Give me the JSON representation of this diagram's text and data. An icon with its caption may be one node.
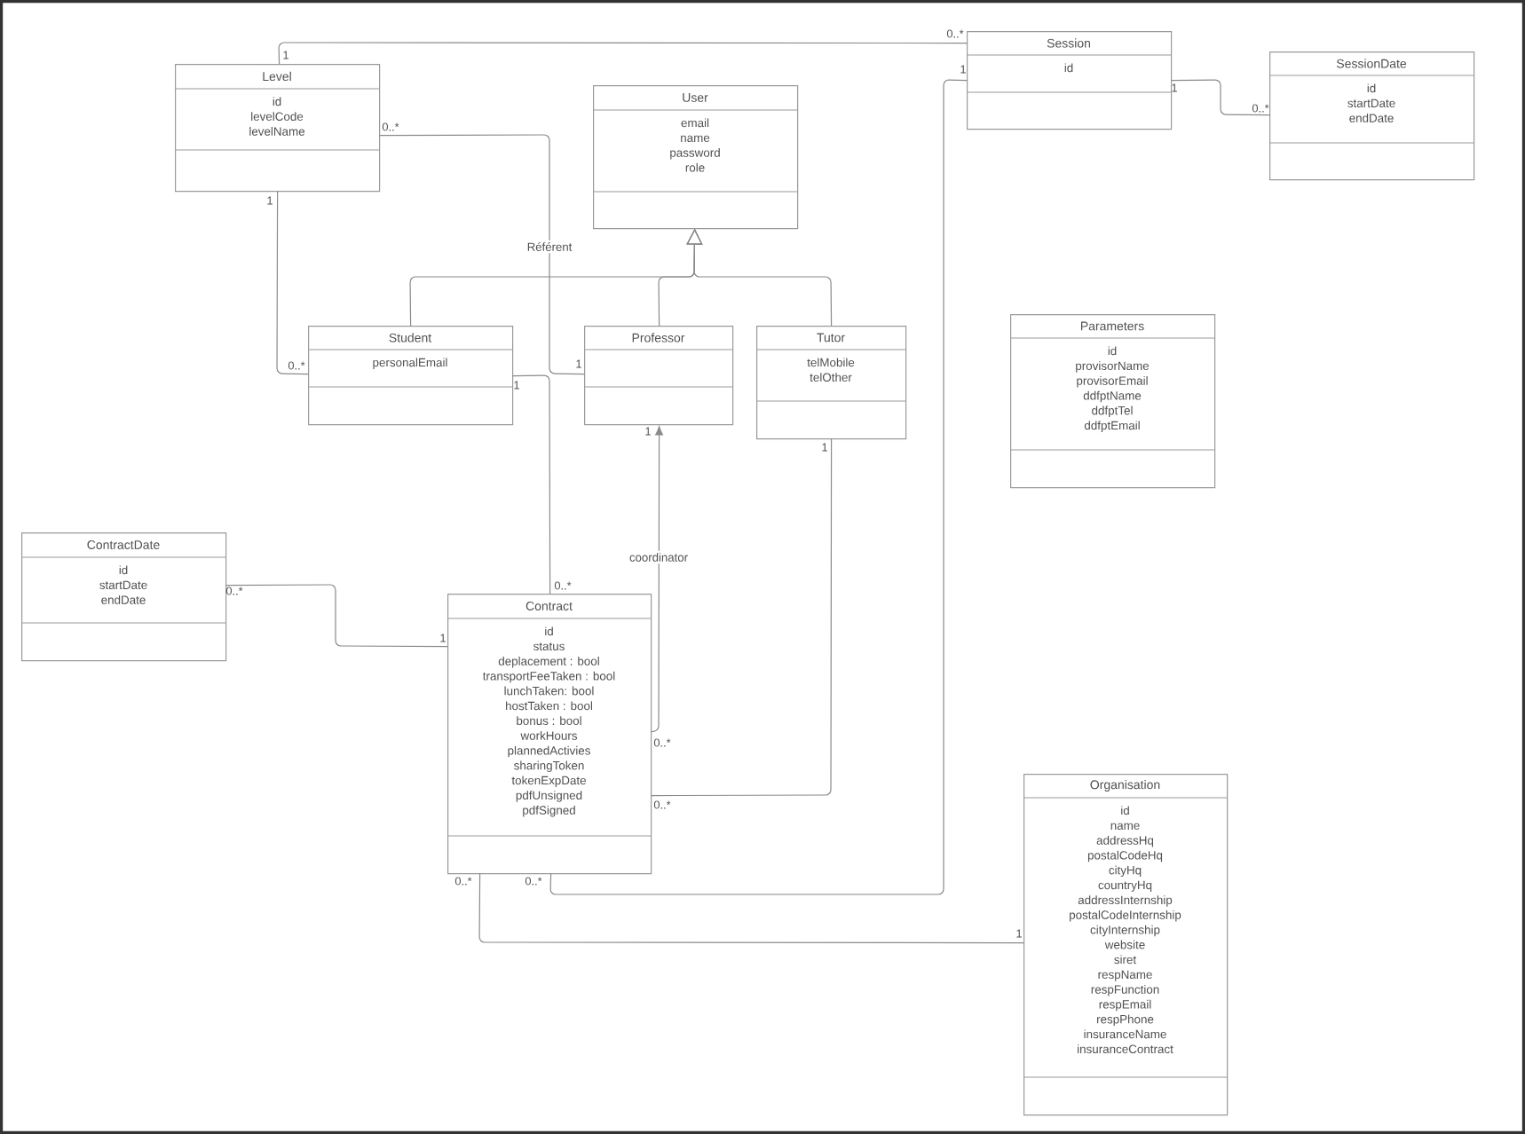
{
  "diagram": {
    "nodes": [
      {
        "text": [
          "Level",
          "id",
          "levelCode",
          "levelName"
        ]
      },
      {
        "text": [
          "User",
          "email",
          "name",
          "password",
          "role"
        ]
      },
      {
        "text": [
          "Session",
          "id"
        ]
      },
      {
        "text": [
          "SessionDate",
          "id",
          "startDate",
          "endDate"
        ]
      },
      {
        "text": [
          "Student",
          "personalEmail"
        ]
      },
      {
        "text": [
          "Professor"
        ]
      },
      {
        "text": [
          "Tutor",
          "telMobile",
          "telOther"
        ]
      },
      {
        "text": [
          "Parameters",
          "id",
          "provisorName",
          "provisorEmail",
          "ddfptName",
          "ddfptTel",
          "ddfptEmail"
        ]
      },
      {
        "text": [
          "ContractDate",
          "id",
          "startDate",
          "endDate"
        ]
      },
      {
        "text": [
          "Contract",
          "id",
          "status",
          "deplacement : bool",
          "transportFeeTaken : bool",
          "lunchTaken: bool",
          "hostTaken : bool",
          "bonus : bool",
          "workHours",
          "plannedActivies",
          "sharingToken",
          "tokenExpDate",
          "pdfUnsigned",
          "pdfSigned"
        ]
      },
      {
        "text": [
          "Organisation",
          "id",
          "name",
          "addressHq",
          "postalCodeHq",
          "cityHq",
          "countryHq",
          "addressInternship",
          "postalCodeInternship",
          "cityInternship",
          "website",
          "siret",
          "respName",
          "respFunction",
          "respEmail",
          "respPhone",
          "insuranceName",
          "insuranceContract"
        ]
      }
    ],
    "edges": [
      {
        "from": 0,
        "to": 2,
        "arrow": "none"
      },
      {
        "from": 0,
        "to": 5,
        "arrow": "none",
        "label": "Référent"
      },
      {
        "from": 0,
        "to": 4,
        "arrow": "none"
      },
      {
        "from": 4,
        "to": 1,
        "arrow": "to"
      },
      {
        "from": 5,
        "to": 1,
        "arrow": "to"
      },
      {
        "from": 6,
        "to": 1,
        "arrow": "to"
      },
      {
        "from": 4,
        "to": 9,
        "arrow": "none"
      },
      {
        "from": 9,
        "to": 5,
        "arrow": "to",
        "label": "coordinator"
      },
      {
        "from": 6,
        "to": 9,
        "arrow": "none"
      },
      {
        "from": 8,
        "to": 9,
        "arrow": "none"
      },
      {
        "from": 2,
        "to": 9,
        "arrow": "none"
      },
      {
        "from": 2,
        "to": 3,
        "arrow": "none"
      },
      {
        "from": 10,
        "to": 9,
        "arrow": "none"
      }
    ],
    "labels": [
      "0..*",
      "1",
      "1",
      "1",
      "0..*",
      "0..*",
      "1",
      "1",
      "0..*",
      "1",
      "1",
      "1",
      "0..*",
      "1",
      "0..*",
      "0..*",
      "0..*",
      "0..*",
      "0..*",
      "1"
    ]
  }
}
